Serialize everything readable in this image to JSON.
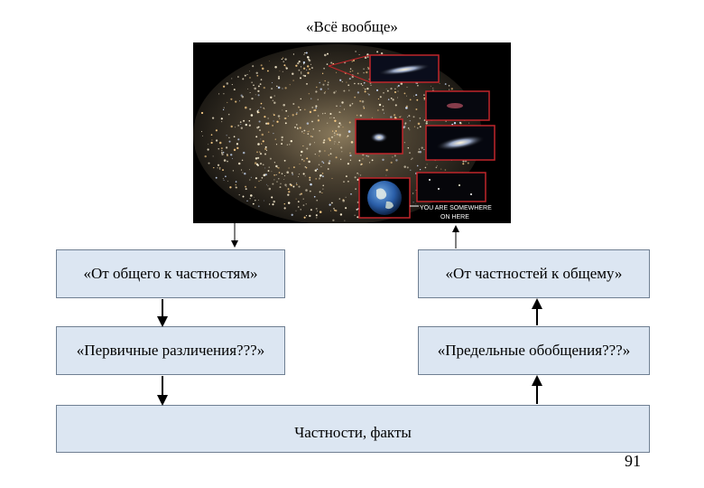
{
  "title": "«Всё вообще»",
  "image": {
    "caption_line1": "YOU ARE SOMEWHERE",
    "caption_line2": "ON HERE"
  },
  "boxes": {
    "top_left": "«От общего к частностям»",
    "top_right": "«От частностей к общему»",
    "mid_left": "«Первичные различения???»",
    "mid_right": "«Предельные обобщения???»",
    "bottom": "Частности, факты"
  },
  "page_number": "91",
  "colors": {
    "box_fill": "#dce6f2",
    "box_border": "#6f7f92",
    "inset_border": "#c0262b"
  }
}
